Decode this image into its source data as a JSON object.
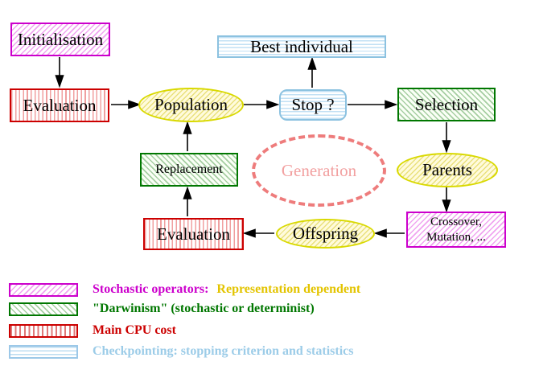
{
  "diagram": {
    "nodes": {
      "initialisation": "Initialisation",
      "evaluation_top": "Evaluation",
      "population": "Population",
      "stop": "Stop ?",
      "best_individual": "Best individual",
      "selection": "Selection",
      "parents": "Parents",
      "crossover_line1": "Crossover,",
      "crossover_line2": "Mutation, ...",
      "offspring": "Offspring",
      "evaluation_bottom": "Evaluation",
      "replacement": "Replacement",
      "generation": "Generation"
    },
    "colors": {
      "magenta": "#CC00CC",
      "red": "#CC0000",
      "green": "#007700",
      "cyan": "#8CC2E0",
      "yellow": "#D9D900",
      "salmon": "#EE7C7C",
      "arrow": "#000000"
    }
  },
  "legend": {
    "items": [
      {
        "swatch": "magenta-diagonal-hatch",
        "label": "Stochastic operators:",
        "label2": "Representation dependent"
      },
      {
        "swatch": "green-diagonal-hatch",
        "label": "\"Darwinism\" (stochastic or determinist)"
      },
      {
        "swatch": "red-vertical-lines",
        "label": "Main CPU cost"
      },
      {
        "swatch": "cyan-horizontal-lines",
        "label": "Checkpointing: stopping criterion and statistics"
      }
    ]
  }
}
